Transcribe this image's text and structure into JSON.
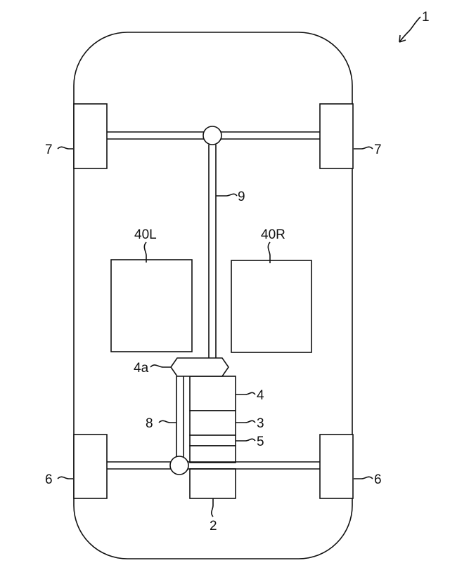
{
  "labels": {
    "vehicle": "1",
    "front_wheel_left": "7",
    "front_wheel_right": "7",
    "rear_wheel_left": "6",
    "rear_wheel_right": "6",
    "shaft_9": "9",
    "shaft_8": "8",
    "unit_40l": "40L",
    "unit_40r": "40R",
    "part_4a": "4a",
    "part_4": "4",
    "part_3": "3",
    "part_5": "5",
    "part_2": "2"
  },
  "colors": {
    "line": "#111111",
    "background": "#ffffff"
  }
}
